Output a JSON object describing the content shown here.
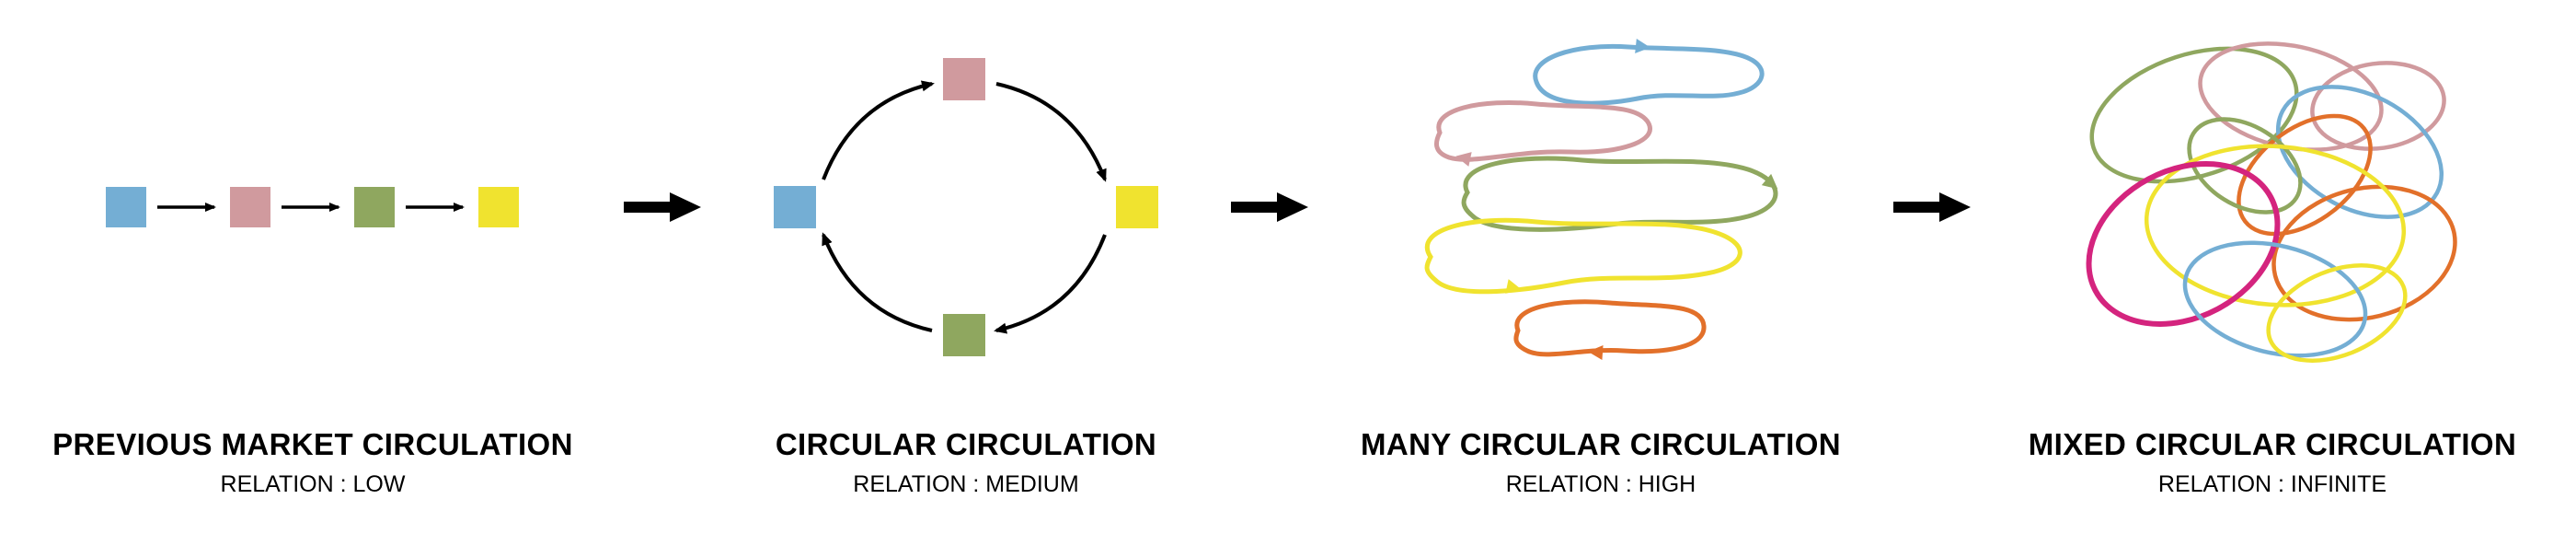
{
  "colors": {
    "blue": "#74AED4",
    "pink": "#D09A9E",
    "green": "#8FA75F",
    "yellow": "#F0E32F",
    "orange": "#E2702A",
    "magenta": "#D4247E",
    "black": "#000000"
  },
  "panels": [
    {
      "title": "PREVIOUS MARKET CIRCULATION",
      "subtitle": "RELATION : LOW"
    },
    {
      "title": "CIRCULAR CIRCULATION",
      "subtitle": "RELATION : MEDIUM"
    },
    {
      "title": "MANY CIRCULAR CIRCULATION",
      "subtitle": "RELATION : HIGH"
    },
    {
      "title": "MIXED CIRCULAR CIRCULATION",
      "subtitle": "RELATION : INFINITE"
    }
  ]
}
